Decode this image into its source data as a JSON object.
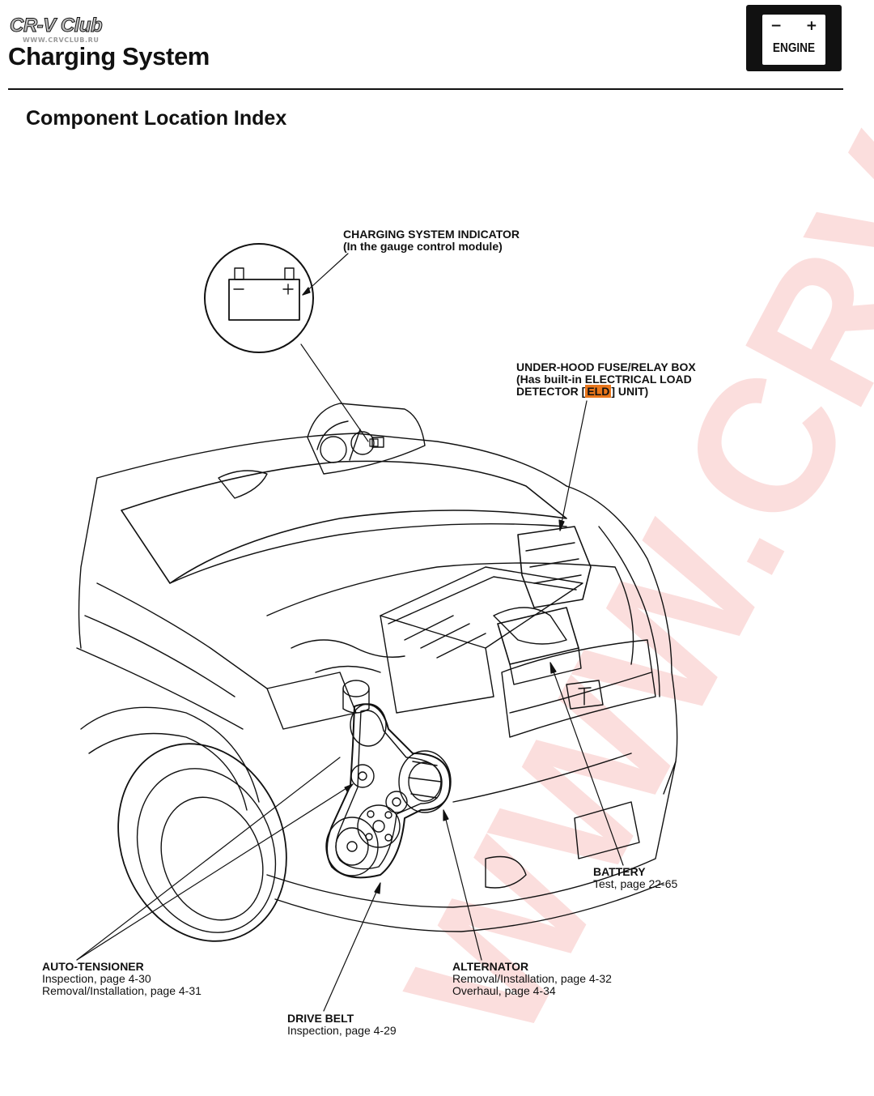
{
  "logo": {
    "main": "CR-V Club",
    "url": "WWW.CRVCLUB.RU"
  },
  "header": {
    "title": "Charging System",
    "subtitle": "Component Location Index"
  },
  "badge": {
    "minus": "−",
    "plus": "+",
    "text": "ENGINE"
  },
  "callouts": {
    "charging_indicator": {
      "line1": "CHARGING SYSTEM INDICATOR",
      "line2": "(In the gauge control module)"
    },
    "fuse_box": {
      "line1": "UNDER-HOOD FUSE/RELAY BOX",
      "line2": "(Has built-in ELECTRICAL LOAD",
      "line3_pre": "DETECTOR [",
      "line3_eld": "ELD",
      "line3_post": "] UNIT)"
    },
    "battery": {
      "title": "BATTERY",
      "line1": "Test, page 22-65"
    },
    "auto_tensioner": {
      "title": "AUTO-TENSIONER",
      "line1": "Inspection, page 4-30",
      "line2": "Removal/Installation, page 4-31"
    },
    "alternator": {
      "title": "ALTERNATOR",
      "line1": "Removal/Installation, page 4-32",
      "line2": "Overhaul, page 4-34"
    },
    "drive_belt": {
      "title": "DRIVE BELT",
      "line1": "Inspection, page 4-29"
    }
  },
  "colors": {
    "eld_highlight": "#e9761b",
    "watermark": "#e8302a"
  }
}
